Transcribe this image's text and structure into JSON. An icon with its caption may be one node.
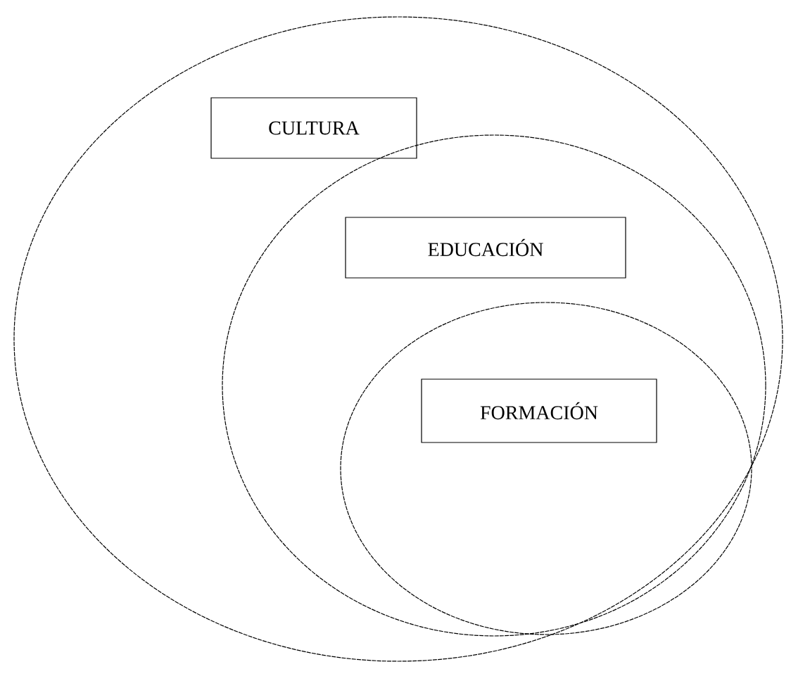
{
  "diagram": {
    "nodes": [
      {
        "text": [],
        "shape": "ellipse"
      },
      {
        "text": [
          "CULTURA"
        ],
        "in": 0
      },
      {
        "text": [],
        "shape": "ellipse",
        "in": 0
      },
      {
        "text": [
          "EDUCACIÓN"
        ],
        "in": 2
      },
      {
        "text": [],
        "shape": "ellipse",
        "in": 2
      },
      {
        "text": [
          "FORMACIÓN"
        ],
        "in": 4
      }
    ]
  }
}
